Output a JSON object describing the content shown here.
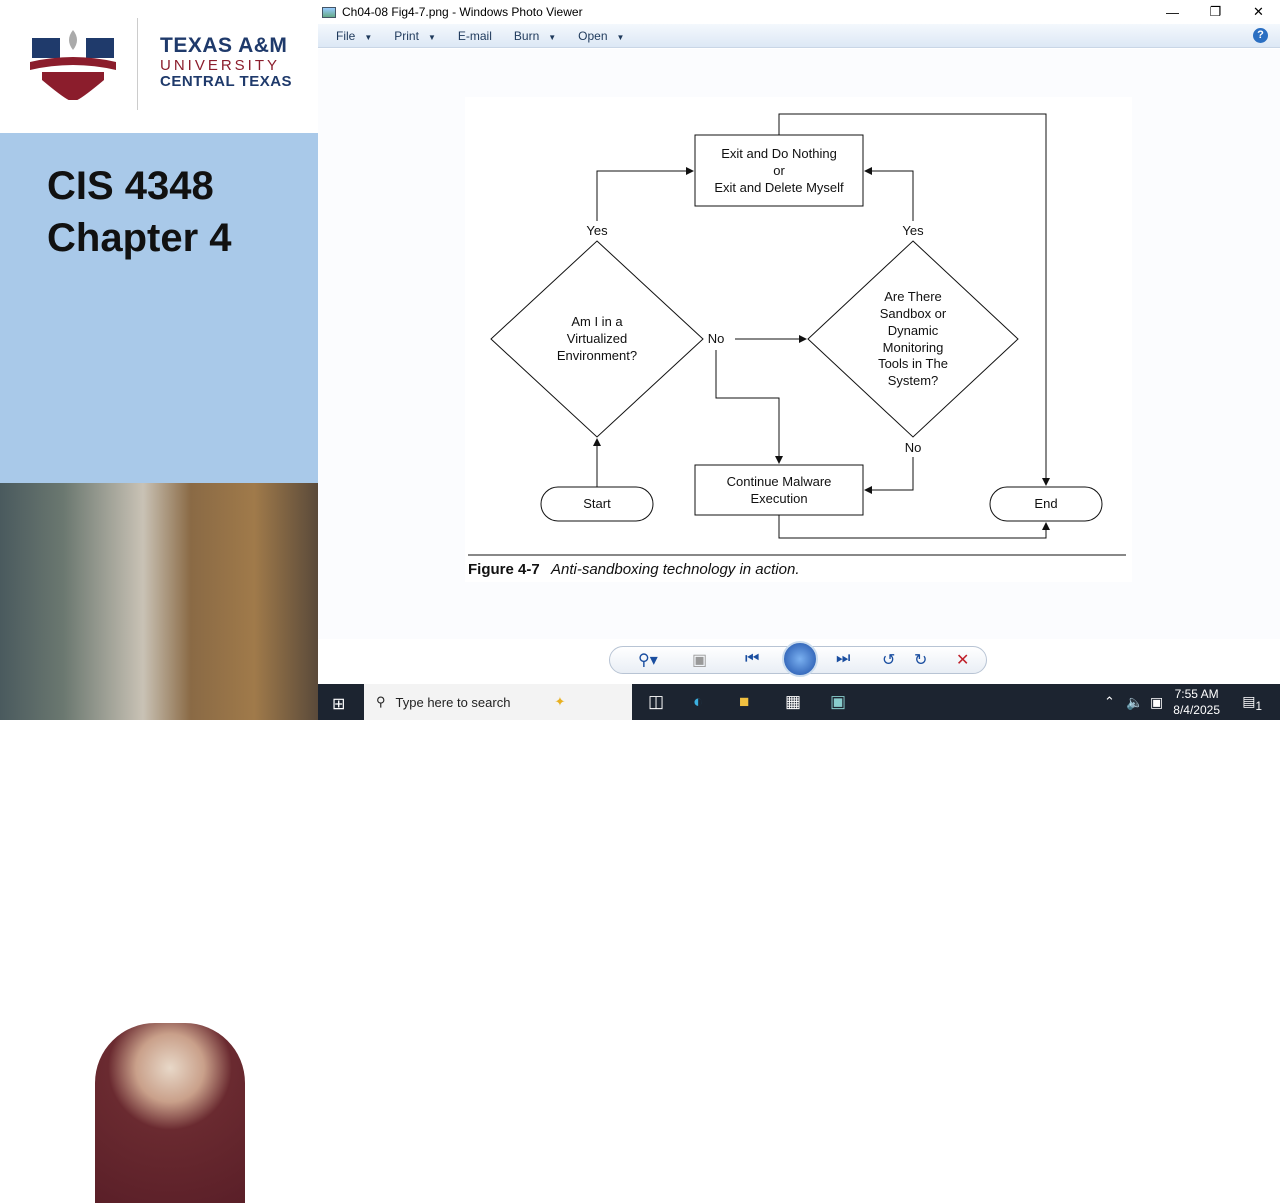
{
  "slide": {
    "logo": {
      "line1": "TEXAS A&M",
      "line2": "UNIVERSITY",
      "line3": "CENTRAL TEXAS"
    },
    "course": "CIS 4348",
    "chapter": "Chapter 4"
  },
  "window": {
    "title": "Ch04-08 Fig4-7.png - Windows Photo Viewer",
    "menu": [
      {
        "label": "File"
      },
      {
        "label": "Print"
      },
      {
        "label": "E-mail"
      },
      {
        "label": "Burn"
      },
      {
        "label": "Open"
      }
    ],
    "help": "?"
  },
  "diagram": {
    "exit_box": [
      "Exit and Do Nothing",
      "or",
      "Exit and Delete Myself"
    ],
    "left_decision": [
      "Am I in a",
      "Virtualized",
      "Environment?"
    ],
    "right_decision": [
      "Are There",
      "Sandbox or",
      "Dynamic",
      "Monitoring",
      "Tools in The",
      "System?"
    ],
    "continue_box": [
      "Continue Malware",
      "Execution"
    ],
    "start": "Start",
    "end": "End",
    "yes": "Yes",
    "no": "No",
    "caption_label": "Figure 4-7",
    "caption_text": "Anti-sandboxing technology in action."
  },
  "taskbar": {
    "search_placeholder": "Type here to search",
    "time": "7:55 AM",
    "date": "8/4/2025",
    "notifications": "1"
  }
}
